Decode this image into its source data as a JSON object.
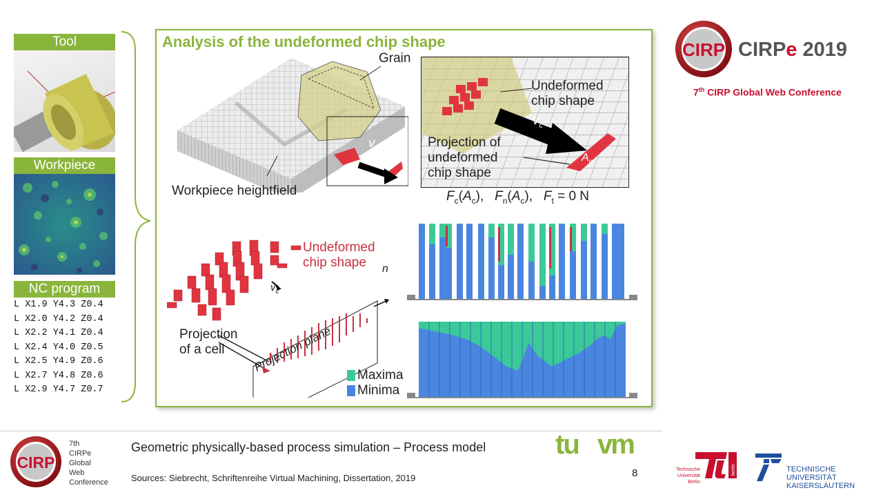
{
  "sidebar": {
    "tool_label": "Tool",
    "workpiece_label": "Workpiece",
    "nc_label": "NC program",
    "nc_lines": [
      "L X1.9 Y4.3 Z0.4",
      "L X2.0 Y4.2 Z0.4",
      "L X2.2 Y4.1 Z0.4",
      "L X2.4 Y4.0 Z0.5",
      "L X2.5 Y4.9 Z0.6",
      "L X2.7 Y4.8 Z0.6",
      "L X2.9 Y4.7 Z0.7"
    ]
  },
  "panel": {
    "title": "Analysis of the undeformed chip shape",
    "grain": "Grain",
    "heightfield": "Workpiece heightfield",
    "undeformed_1": "Undeformed",
    "undeformed_2": "chip shape",
    "proj_1": "Projection of",
    "proj_2": "undeformed",
    "proj_3": "chip shape",
    "vc": "v",
    "vc_sub": "c",
    "ac": "A",
    "ac_sub": "c",
    "forces": "F",
    "undeformed_red_1": "Undeformed",
    "undeformed_red_2": "chip shape",
    "n_label": "n",
    "proj_cell_1": "Projection",
    "proj_cell_2": "of a cell",
    "proj_plane": "Projection plane",
    "legend_maxima": "Maxima",
    "legend_minima": "Minima"
  },
  "colors": {
    "green": "#8ab53b",
    "red": "#e03540",
    "teal": "#3cc99a",
    "blue": "#4a86e0"
  },
  "header": {
    "logo": "CIRP",
    "cirpe_main": "CIRP",
    "cirpe_e": "e",
    "cirpe_year": " 2019",
    "conference_ord": "7",
    "conference_sup": "th",
    "conference_rest": " CIRP Global Web Conference"
  },
  "footer": {
    "small_lines": [
      "7th",
      "CIRPe",
      "Global",
      "Web",
      "Conference"
    ],
    "title": "Geometric physically-based process simulation – Process model",
    "sources": "Sources: Siebrecht, Schriftenreihe Virtual Machining, Dissertation, 2019",
    "page": "8",
    "tu_logo": "tu",
    "vm_logo": "vm",
    "tub_small": [
      "Technische",
      "Universität",
      "Berlin"
    ],
    "tub_vert": "berlin",
    "tukl_1": "Technische Universität",
    "tukl_2": "Kaiserslautern"
  }
}
